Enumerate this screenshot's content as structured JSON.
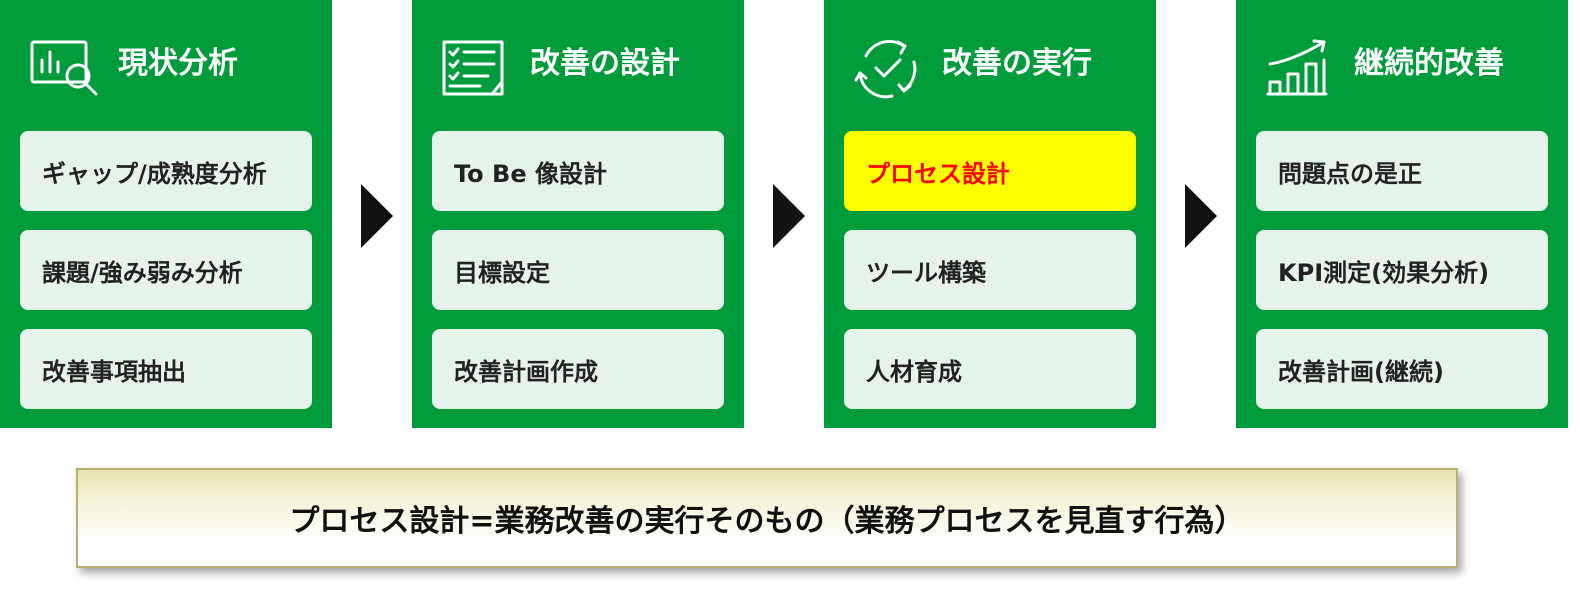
{
  "columns": [
    {
      "title": "現状分析",
      "icon": "chart-magnifier-icon",
      "items": [
        "ギャップ/成熟度分析",
        "課題/強み弱み分析",
        "改善事項抽出"
      ]
    },
    {
      "title": "改善の設計",
      "icon": "checklist-icon",
      "items": [
        "To Be 像設計",
        "目標設定",
        "改善計画作成"
      ]
    },
    {
      "title": "改善の実行",
      "icon": "cycle-check-icon",
      "items": [
        "プロセス設計",
        "ツール構築",
        "人材育成"
      ],
      "highlighted_item_index": 0
    },
    {
      "title": "継続的改善",
      "icon": "growth-chart-icon",
      "items": [
        "問題点の是正",
        "KPI測定(効果分析)",
        "改善計画(継続)"
      ]
    }
  ],
  "banner": {
    "text": "プロセス設計=業務改善の実行そのもの（業務プロセスを見直す行為）"
  },
  "colors": {
    "column_green": "#009b3a",
    "item_background": "#e6f3eb",
    "highlight_background": "#ffff00",
    "highlight_text": "#ff0000",
    "arrow": "#111111"
  }
}
